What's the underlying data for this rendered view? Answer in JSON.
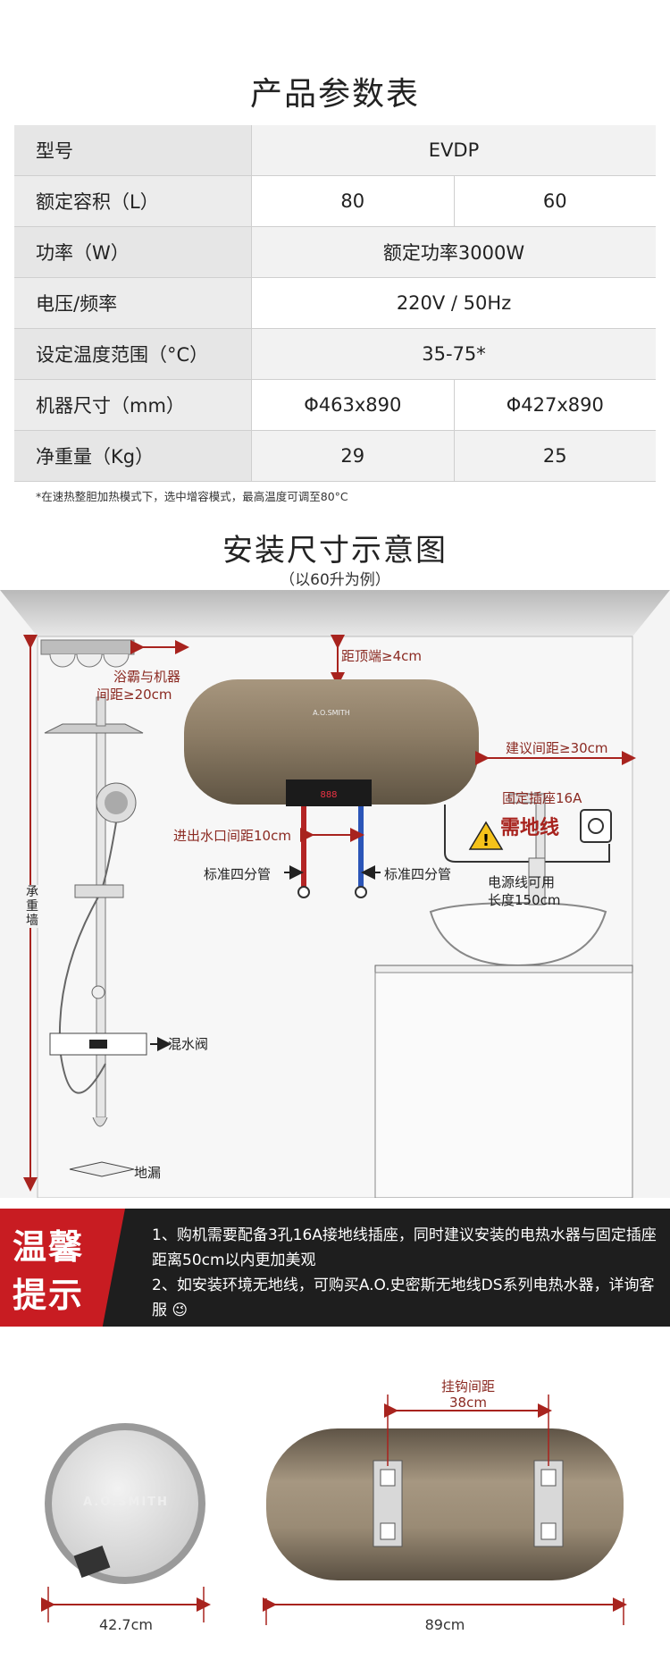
{
  "param_title": "产品参数表",
  "spec_rows": [
    {
      "label": "型号",
      "value": "EVDP"
    },
    {
      "label": "额定容积（L）",
      "v1": "80",
      "v2": "60"
    },
    {
      "label": "功率（W）",
      "value": "额定功率3000W"
    },
    {
      "label": "电压/频率",
      "value": "220V / 50Hz"
    },
    {
      "label": "设定温度范围（°C）",
      "value": "35-75*"
    },
    {
      "label": "机器尺寸（mm）",
      "v1": "Φ463x890",
      "v2": "Φ427x890"
    },
    {
      "label": "净重量（Kg）",
      "v1": "29",
      "v2": "25"
    }
  ],
  "footnote": "*在速热整胆加热模式下，选中增容模式，最高温度可调至80°C",
  "install_title": "安装尺寸示意图",
  "install_subtitle": "（以60升为例）",
  "labels": {
    "top_gap": "距顶端≥4cm",
    "bath_gap_1": "浴霸与机器",
    "bath_gap_2": "间距≥20cm",
    "side_gap": "建议间距≥30cm",
    "socket": "固定插座16A",
    "ground": "需地线",
    "inlet_gap": "进出水口间距10cm",
    "pipe_left": "标准四分管",
    "pipe_right": "标准四分管",
    "cable_1": "电源线可用",
    "cable_2": "长度150cm",
    "wall": "承重墙",
    "mixer": "混水阀",
    "drain": "地漏",
    "brand_mark": "A.O.SMITH"
  },
  "tips": {
    "badge_1": "温馨",
    "badge_2": "提示",
    "line_1": "1、购机需要配备3孔16A接地线插座，同时建议安装的电热水器与固定插座距离50cm以内更加美观",
    "line_2": "2、如安装环境无地线，可购买A.O.史密斯无地线DS系列电热水器，详询客服 😉"
  },
  "dims": {
    "hook_label": "挂钩间距",
    "hook_value": "38cm",
    "diameter": "42.7cm",
    "length": "89cm",
    "end_brand": "A.O.SMITH"
  }
}
